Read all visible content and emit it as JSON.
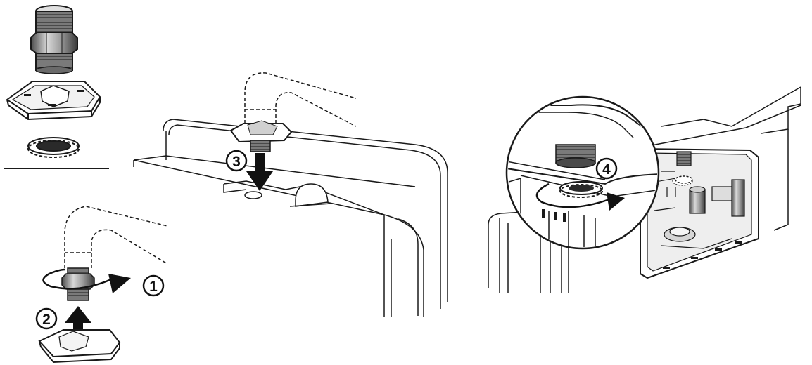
{
  "steps": [
    {
      "number": "1",
      "label": "①"
    },
    {
      "number": "2",
      "label": "②"
    },
    {
      "number": "3",
      "label": "③"
    },
    {
      "number": "4",
      "label": "④"
    }
  ],
  "palette": {
    "line": "#1a1a1a",
    "arrow": "#111111",
    "metal_dark": "#555555",
    "metal_mid": "#8a8a8a",
    "metal_light": "#c8c8c8",
    "panel_fill": "#ffffff",
    "interior_fill": "#e6e6e6"
  }
}
